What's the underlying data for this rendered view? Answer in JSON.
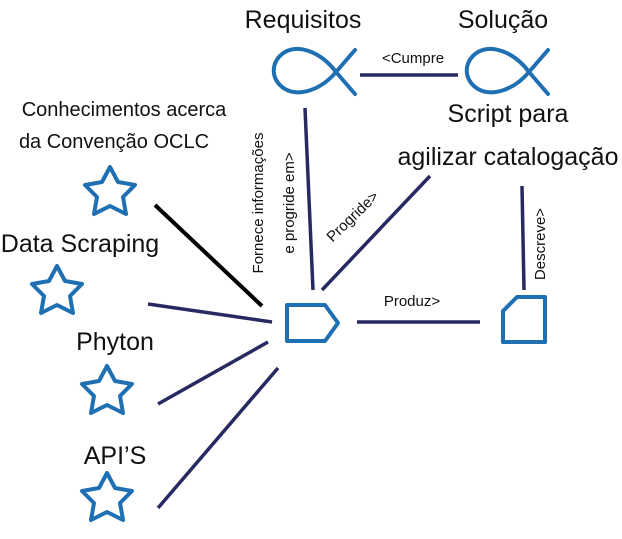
{
  "nodes": {
    "requisitos": {
      "label": "Requisitos",
      "shape": "fish-loop-icon"
    },
    "solucao": {
      "label": "Solução",
      "shape": "fish-loop-icon"
    },
    "script": {
      "label_line1": "Script para",
      "label_line2": "agilizar catalogação"
    },
    "conhecimentos": {
      "label_line1": "Conhecimentos acerca",
      "label_line2": "da Convenção OCLC",
      "shape": "star-icon"
    },
    "data_scraping": {
      "label": "Data Scraping",
      "shape": "star-icon"
    },
    "phyton": {
      "label": "Phyton",
      "shape": "star-icon"
    },
    "apis": {
      "label": "API’S",
      "shape": "star-icon"
    },
    "process": {
      "shape": "pentagon-arrow-icon"
    },
    "document": {
      "shape": "document-icon"
    }
  },
  "edges": {
    "cumpre": "<Cumpre",
    "fornece_line1": "Fornece informações",
    "fornece_line2": "e progride em>",
    "progride": "Progride>",
    "produz": "Produz>",
    "descreve": "Descreve>"
  },
  "colors": {
    "shape_stroke": "#1f6fb3",
    "edge_navy": "#262a60",
    "edge_black": "#000000"
  }
}
